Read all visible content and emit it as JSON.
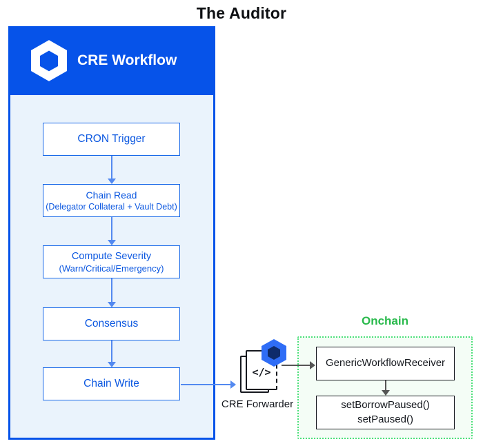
{
  "title": "The Auditor",
  "workflow": {
    "header_label": "CRE Workflow",
    "steps": [
      {
        "label": "CRON Trigger"
      },
      {
        "label": "Chain Read",
        "sub": "(Delegator Collateral + Vault Debt)"
      },
      {
        "label": "Compute Severity",
        "sub": "(Warn/Critical/Emergency)"
      },
      {
        "label": "Consensus"
      },
      {
        "label": "Chain Write"
      }
    ]
  },
  "forwarder": {
    "label": "CRE Forwarder",
    "code_glyph": "</>"
  },
  "onchain": {
    "title": "Onchain",
    "receiver_label": "GenericWorkflowReceiver",
    "functions": [
      "setBorrowPaused()",
      "setPaused()"
    ]
  },
  "colors": {
    "brand_blue": "#0653E9",
    "box_border_blue": "#1667E8",
    "box_text_blue": "#0B57E0",
    "arrow_blue": "#5389F0",
    "panel_bg": "#EAF3FC",
    "green_label": "#28B94B",
    "green_border": "#4CE07A",
    "green_bg": "#F4FDF6",
    "dark": "#15181e",
    "gray_arrow": "#555555"
  }
}
